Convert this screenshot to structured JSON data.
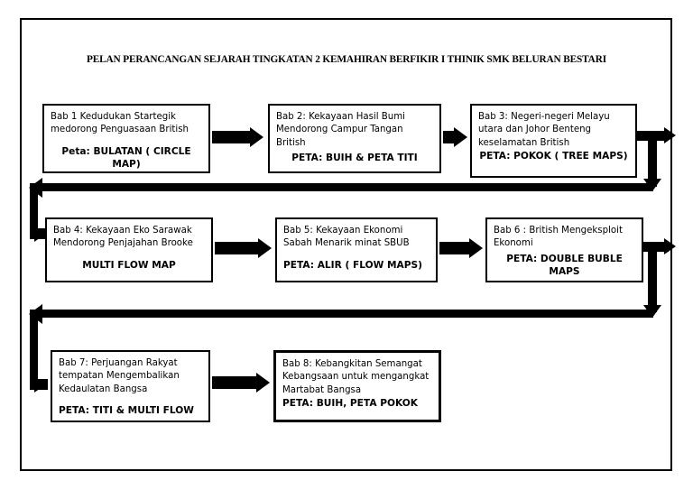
{
  "title": "PELAN PERANCANGAN SEJARAH TINGKATAN 2 KEMAHIRAN BERFIKIR I THINIK  SMK BELURAN BESTARI",
  "nodes": [
    {
      "id": "bab-1",
      "head": "Bab 1 Kedudukan Startegik medorong Penguasaan British",
      "map": "Peta: BULATAN ( CIRCLE MAP)",
      "map_align": "center"
    },
    {
      "id": "bab-2",
      "head": "Bab 2:  Kekayaan Hasil Bumi Mendorong Campur Tangan British",
      "map": "PETA: BUIH & PETA TITI",
      "map_align": "center"
    },
    {
      "id": "bab-3",
      "head": "Bab 3: Negeri-negeri Melayu utara dan Johor Benteng keselamatan British",
      "map": "PETA:  POKOK ( TREE MAPS)",
      "map_align": "center"
    },
    {
      "id": "bab-4",
      "head": "Bab 4: Kekayaan Eko Sarawak Mendorong Penjajahan Brooke",
      "map": "MULTI  FLOW MAP",
      "map_align": "center"
    },
    {
      "id": "bab-5",
      "head": "Bab 5: Kekayaan Ekonomi Sabah Menarik minat SBUB",
      "map": "PETA:  ALIR ( FLOW MAPS)",
      "map_align": "left"
    },
    {
      "id": "bab-6",
      "head": "Bab 6 : British Mengeksploit Ekonomi",
      "map": "PETA: DOUBLE BUBLE MAPS",
      "map_align": "center"
    },
    {
      "id": "bab-7",
      "head": "Bab 7: Perjuangan Rakyat tempatan Mengembalikan Kedaulatan Bangsa",
      "map": "PETA: TITI & MULTI FLOW",
      "map_align": "left"
    },
    {
      "id": "bab-8",
      "head": "Bab 8: Kebangkitan Semangat Kebangsaan untuk mengangkat Martabat Bangsa",
      "map": "PETA: BUIH, PETA POKOK",
      "map_align": "left"
    }
  ],
  "colors": {
    "stroke": "#000000",
    "background": "#ffffff",
    "page_shadow": "#9a9a9a"
  },
  "connectors": [
    {
      "id": "bab1-to-bab2",
      "kind": "arrow-right"
    },
    {
      "id": "bab2-to-bab3",
      "kind": "arrow-right"
    },
    {
      "id": "bab3-to-row2",
      "kind": "right-down-left-down"
    },
    {
      "id": "bab4-to-bab5",
      "kind": "arrow-right"
    },
    {
      "id": "bab5-to-bab6",
      "kind": "arrow-right"
    },
    {
      "id": "bab6-to-row3",
      "kind": "right-down-left-down"
    },
    {
      "id": "bab7-to-bab8",
      "kind": "arrow-right"
    }
  ]
}
